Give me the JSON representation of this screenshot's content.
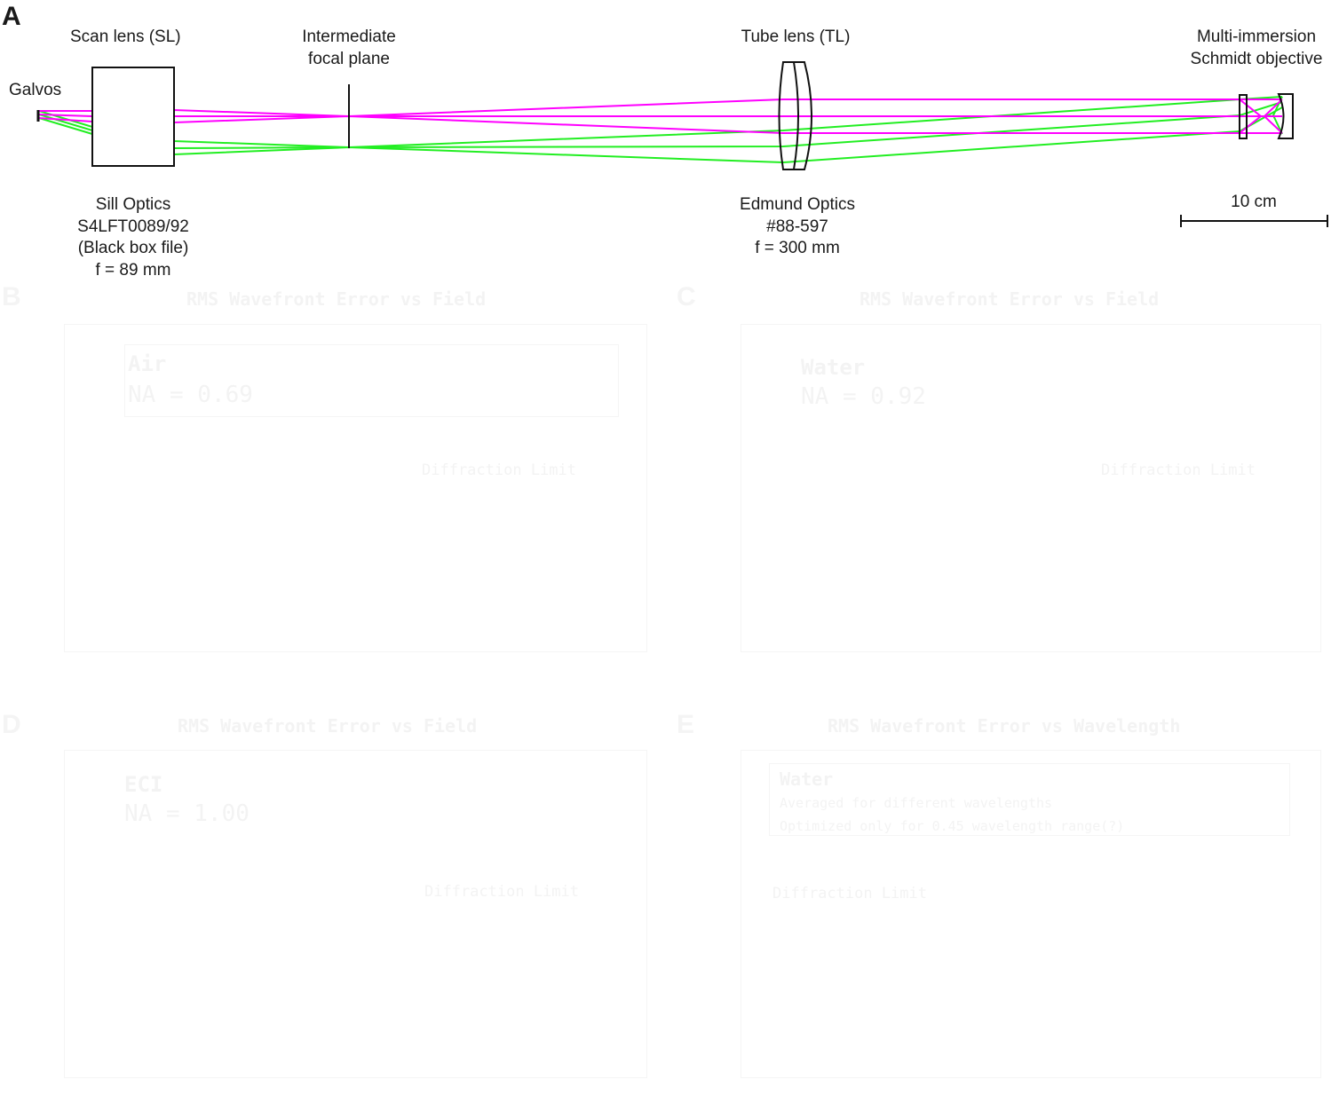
{
  "panel_label": "A",
  "labels": {
    "galvos": "Galvos",
    "scan_lens": "Scan lens (SL)",
    "intermediate": [
      "Intermediate",
      "focal plane"
    ],
    "tube_lens": "Tube lens (TL)",
    "objective": [
      "Multi-immersion",
      "Schmidt objective"
    ],
    "scan_lens_spec": [
      "Sill Optics",
      "S4LFT0089/92",
      "(Black box file)",
      "f = 89 mm"
    ],
    "tube_lens_spec": [
      "Edmund Optics",
      "#88-597",
      "f = 300 mm"
    ],
    "scale_bar": "10 cm"
  },
  "colors": {
    "ray_magenta": "#ff00ff",
    "ray_green": "#22ee22",
    "outline": "#111111",
    "text": "#1a1a1a",
    "faint": "#f2f2f2"
  },
  "faint_panels": {
    "letters": [
      "B",
      "C",
      "D",
      "E"
    ],
    "titles": [
      "RMS Wavefront Error vs Field",
      "RMS Wavefront Error vs Field",
      "RMS Wavefront Error vs Field",
      "RMS Wavefront Error vs Wavelength"
    ],
    "b": [
      "Air",
      "NA = 0.69",
      "Diffraction Limit"
    ],
    "c": [
      "Water",
      "NA = 0.92",
      "Diffraction Limit"
    ],
    "d": [
      "ECI",
      "NA = 1.00",
      "Diffraction Limit"
    ],
    "e": [
      "Water",
      "Averaged for different wavelengths",
      "Optimized only for 0.45 wavelength range(?)",
      "Diffraction Limit"
    ]
  }
}
